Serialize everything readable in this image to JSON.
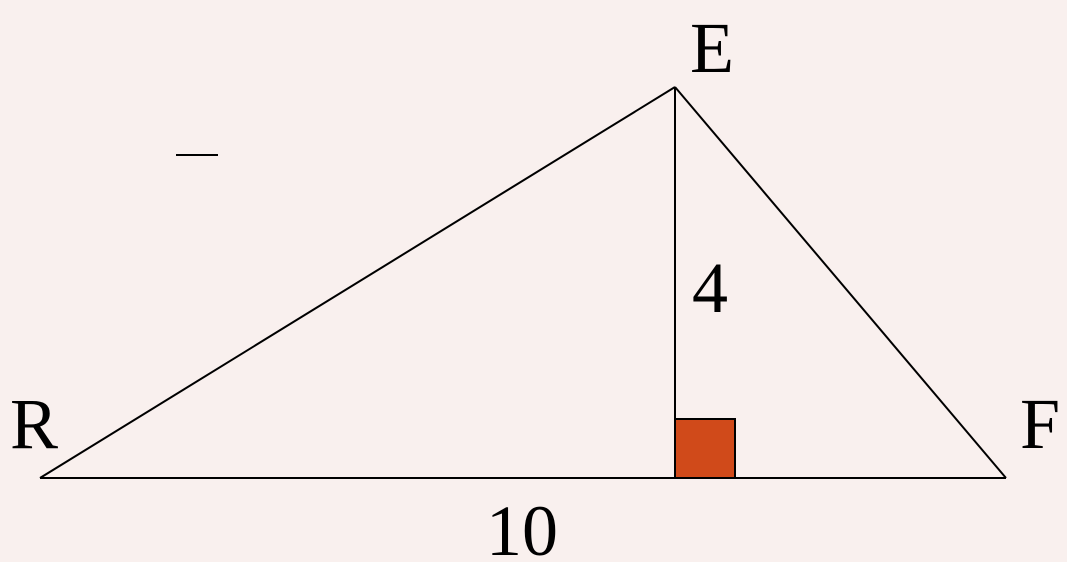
{
  "diagram": {
    "vertices": {
      "R": "R",
      "E": "E",
      "F": "F"
    },
    "labels": {
      "height": "4",
      "base": "10"
    },
    "stray_mark": "—"
  },
  "colors": {
    "background": "#f9f0ee",
    "stroke": "#000000",
    "right_angle_fill": "#d04a1a"
  }
}
